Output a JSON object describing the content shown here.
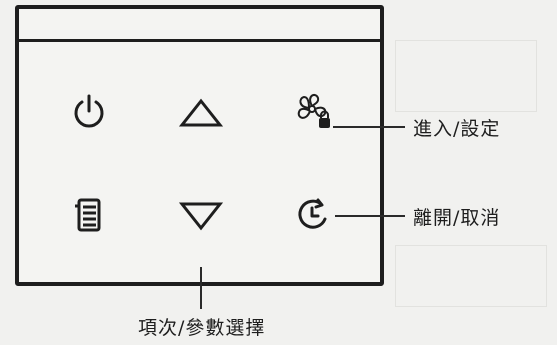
{
  "panel": {
    "buttons": [
      {
        "id": "power",
        "icon": "power-icon",
        "interactable": true
      },
      {
        "id": "up",
        "icon": "triangle-up-icon",
        "interactable": true
      },
      {
        "id": "fan-lock",
        "icon": "fan-lock-icon",
        "interactable": true
      },
      {
        "id": "menu",
        "icon": "menu-list-icon",
        "interactable": true
      },
      {
        "id": "down",
        "icon": "triangle-down-icon",
        "interactable": true
      },
      {
        "id": "timer",
        "icon": "timer-icon",
        "interactable": true
      }
    ]
  },
  "callouts": {
    "enter_setting": "進入/設定",
    "exit_cancel": "離開/取消",
    "item_param_select": "項次/參數選擇"
  },
  "colors": {
    "ink": "#1e1e1e",
    "background": "#f1f1ef"
  }
}
